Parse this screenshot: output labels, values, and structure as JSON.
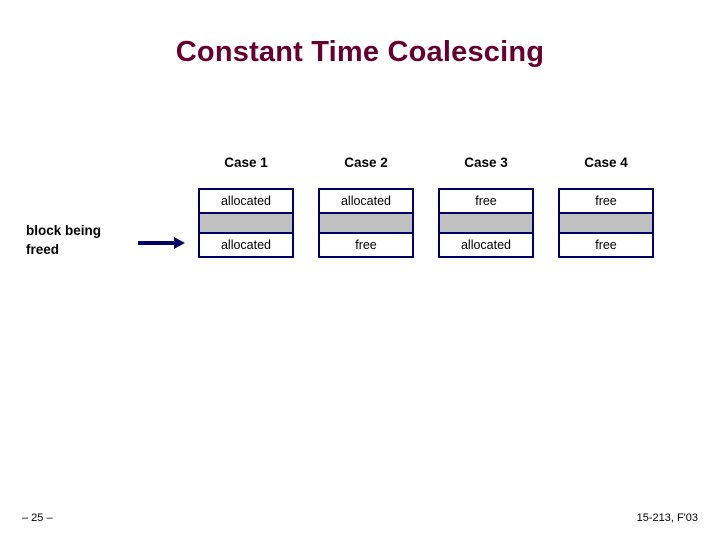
{
  "slide": {
    "title": "Constant Time Coalescing",
    "left_label_line1": "block being",
    "left_label_line2": "freed",
    "arrow_icon": "right-arrow-icon",
    "columns": [
      {
        "header": "Case 1",
        "top": "allocated",
        "middle": "",
        "bottom": "allocated"
      },
      {
        "header": "Case 2",
        "top": "allocated",
        "middle": "",
        "bottom": "free"
      },
      {
        "header": "Case 3",
        "top": "free",
        "middle": "",
        "bottom": "allocated"
      },
      {
        "header": "Case 4",
        "top": "free",
        "middle": "",
        "bottom": "free"
      }
    ],
    "footer_left": "– 25 –",
    "footer_right": "15-213, F'03"
  }
}
